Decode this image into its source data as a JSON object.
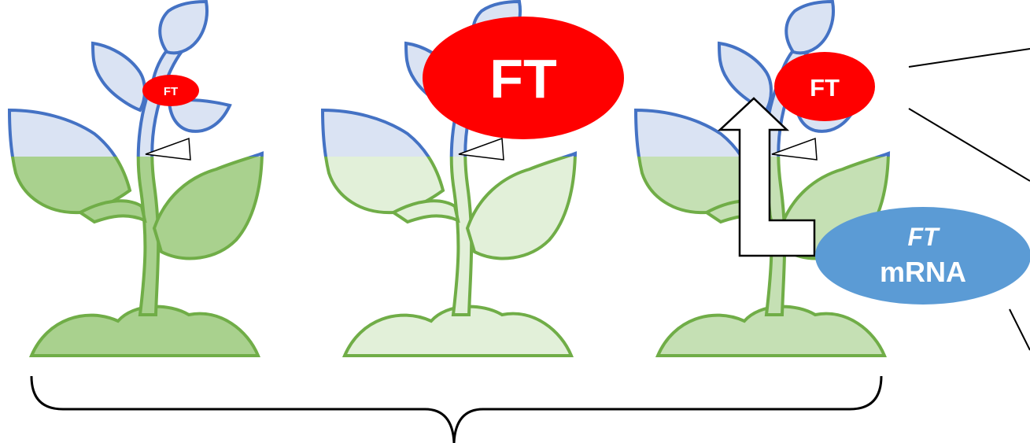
{
  "labels": {
    "ft_small": "FT",
    "ft_large": "FT",
    "ft_medium": "FT",
    "mrna_italic": "FT",
    "mrna_text": "mRNA"
  },
  "colors": {
    "outline_blue": "#4472C4",
    "shoot_fill": "#DAE3F3",
    "stem_outline_green": "#70AD47",
    "dark_green_fill": "#A9D18E",
    "light_green_fill": "#E2F0D9",
    "mid_green_fill": "#C5E0B4",
    "ft_red": "#FF0000",
    "mrna_blue": "#5B9BD5",
    "text_white": "#FFFFFF",
    "line_black": "#000000"
  }
}
